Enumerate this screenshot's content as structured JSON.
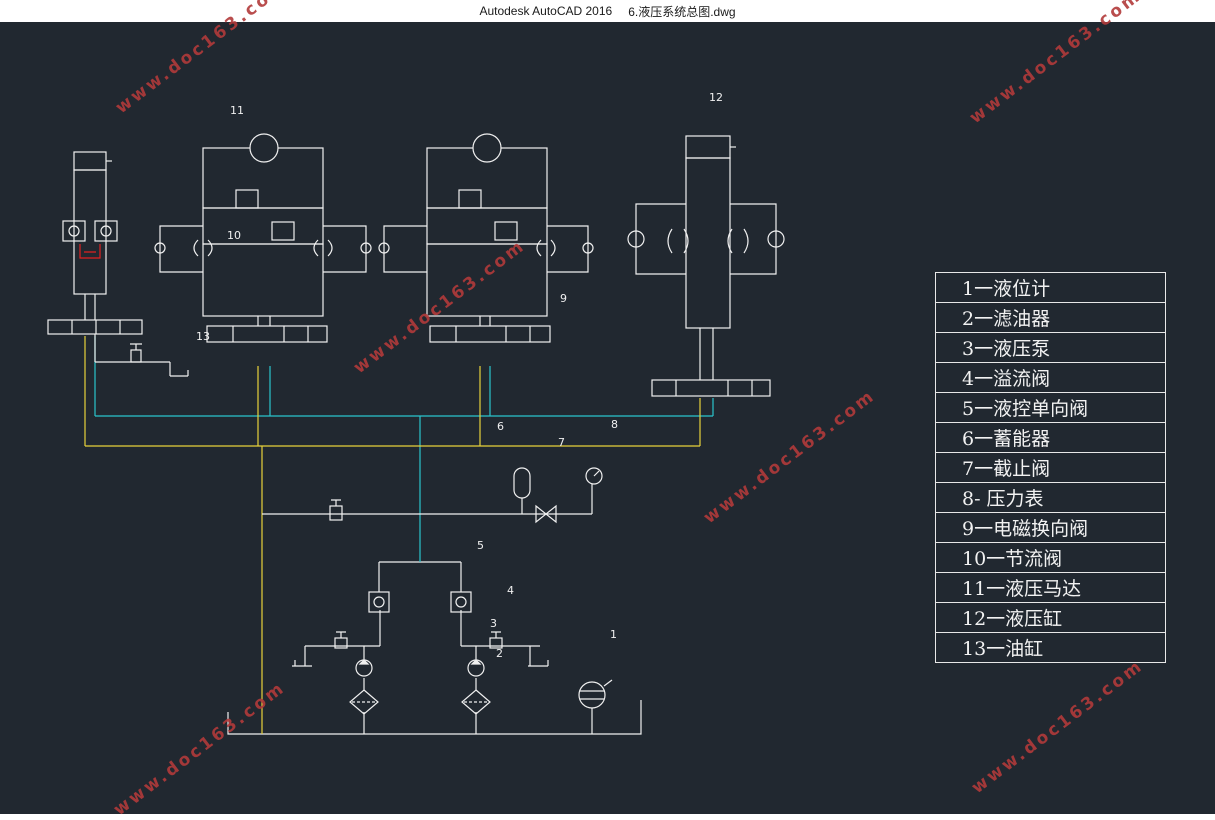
{
  "window": {
    "app_name": "Autodesk AutoCAD 2016",
    "file_name": "6.液压系统总图.dwg"
  },
  "colors": {
    "background": "#212830",
    "line_white": "#f0f0f0",
    "line_yellow": "#e8d23a",
    "line_cyan": "#2bc4cc",
    "line_red": "#e02020",
    "watermark": "#b23a3a"
  },
  "drawing": {
    "callouts": [
      "1",
      "2",
      "3",
      "4",
      "5",
      "6",
      "7",
      "8",
      "9",
      "10",
      "11",
      "12",
      "13"
    ]
  },
  "legend": {
    "items": [
      "1一液位计",
      "2一滤油器",
      "3一液压泵",
      "4一溢流阀",
      "5一液控单向阀",
      "6一蓄能器",
      "7一截止阀",
      "8- 压力表",
      "9一电磁换向阀",
      "10一节流阀",
      "11一液压马达",
      "12一液压缸",
      "13一油缸"
    ]
  },
  "watermark": {
    "text": "www.doc163.com"
  }
}
